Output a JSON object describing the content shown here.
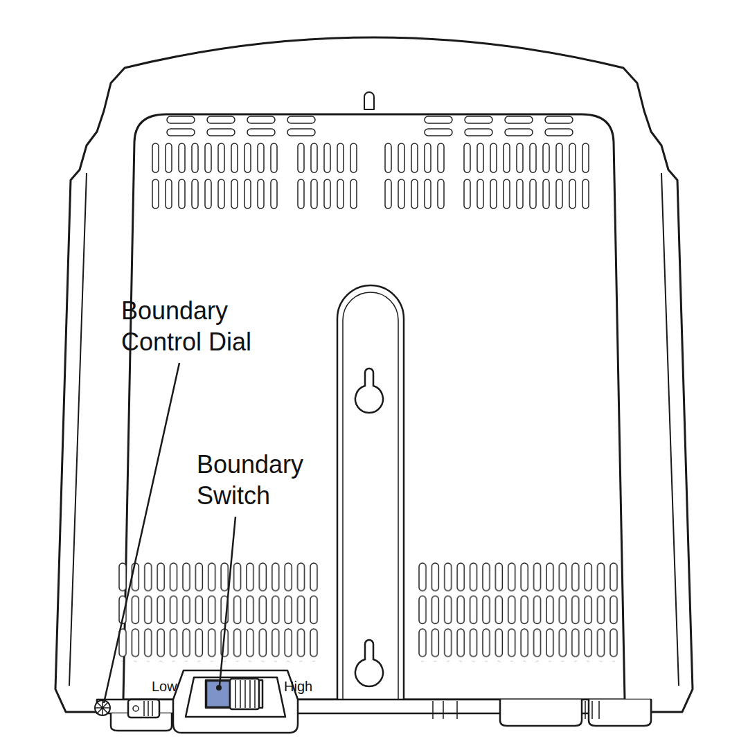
{
  "diagram": {
    "labels": [
      "Boundary Control Dial",
      "Boundary Switch",
      "Low",
      "High"
    ]
  }
}
